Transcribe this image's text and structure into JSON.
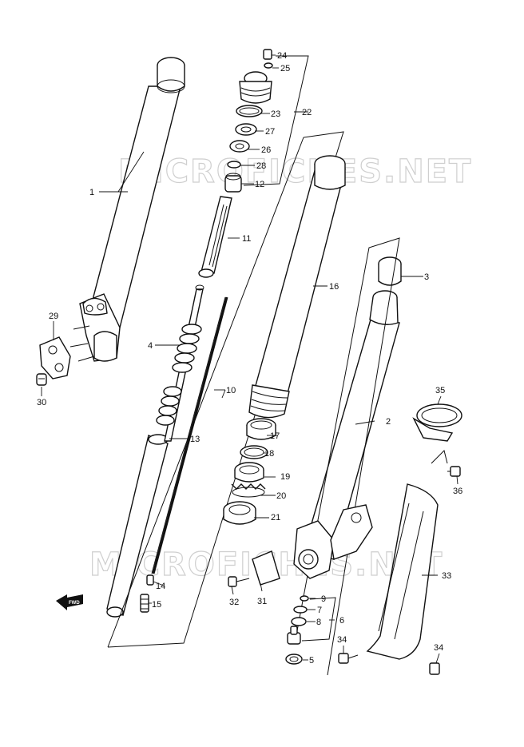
{
  "watermark": "MICROFICHES.NET",
  "fwd_label": "FWD",
  "callouts": [
    {
      "id": "c1",
      "text": "1"
    },
    {
      "id": "c2",
      "text": "2"
    },
    {
      "id": "c3",
      "text": "3"
    },
    {
      "id": "c4",
      "text": "4"
    },
    {
      "id": "c5",
      "text": "5"
    },
    {
      "id": "c6",
      "text": "6"
    },
    {
      "id": "c7",
      "text": "7"
    },
    {
      "id": "c8",
      "text": "8"
    },
    {
      "id": "c9",
      "text": "9"
    },
    {
      "id": "c10",
      "text": "10"
    },
    {
      "id": "c11",
      "text": "11"
    },
    {
      "id": "c12",
      "text": "12"
    },
    {
      "id": "c13",
      "text": "13"
    },
    {
      "id": "c14",
      "text": "14"
    },
    {
      "id": "c15",
      "text": "15"
    },
    {
      "id": "c16",
      "text": "16"
    },
    {
      "id": "c17",
      "text": "17"
    },
    {
      "id": "c18",
      "text": "18"
    },
    {
      "id": "c19",
      "text": "19"
    },
    {
      "id": "c20",
      "text": "20"
    },
    {
      "id": "c21",
      "text": "21"
    },
    {
      "id": "c22",
      "text": "22"
    },
    {
      "id": "c23",
      "text": "23"
    },
    {
      "id": "c24",
      "text": "24"
    },
    {
      "id": "c25",
      "text": "25"
    },
    {
      "id": "c26",
      "text": "26"
    },
    {
      "id": "c27",
      "text": "27"
    },
    {
      "id": "c28",
      "text": "28"
    },
    {
      "id": "c29",
      "text": "29"
    },
    {
      "id": "c30",
      "text": "30"
    },
    {
      "id": "c31",
      "text": "31"
    },
    {
      "id": "c32",
      "text": "32"
    },
    {
      "id": "c33",
      "text": "33"
    },
    {
      "id": "c34a",
      "text": "34"
    },
    {
      "id": "c34b",
      "text": "34"
    },
    {
      "id": "c35",
      "text": "35"
    },
    {
      "id": "c36",
      "text": "36"
    }
  ]
}
